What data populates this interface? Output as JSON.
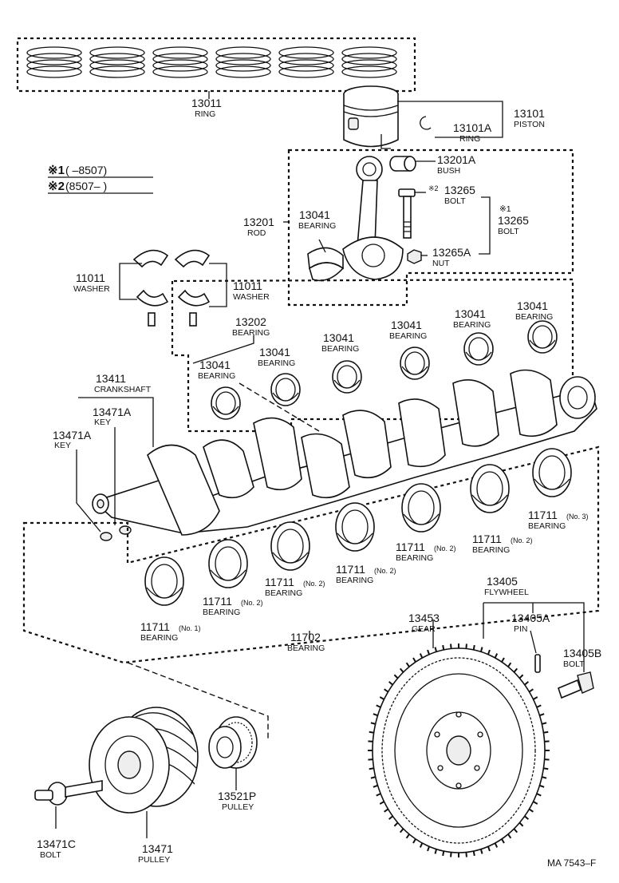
{
  "legend": {
    "mark1": "※1",
    "range1": "(      –8507)",
    "mark2": "※2",
    "range2": "(8507–        )"
  },
  "labels": {
    "ring_num": "13011",
    "ring_name": "RING",
    "piston_num": "13101",
    "piston_name": "PISTON",
    "piston_ring_num": "13101A",
    "piston_ring_name": "RING",
    "bush_num": "13201A",
    "bush_name": "BUSH",
    "bolt2_mark": "※2",
    "bolt2_num": "13265",
    "bolt2_name": "BOLT",
    "bolt1_mark": "※1",
    "bolt1_num": "13265",
    "bolt1_name": "BOLT",
    "nut_num": "13265A",
    "nut_name": "NUT",
    "rod_num": "13201",
    "rod_name": "ROD",
    "rod_bearing_num": "13041",
    "rod_bearing_name": "BEARING",
    "washer_left_num": "11011",
    "washer_left_name": "WASHER",
    "washer_right_num": "11011",
    "washer_right_name": "WASHER",
    "bearing_set_num": "13202",
    "bearing_set_name": "BEARING",
    "crankshaft_num": "13411",
    "crankshaft_name": "CRANKSHAFT",
    "key_a_num": "13471A",
    "key_a_name": "KEY",
    "key_b_num": "13471A",
    "key_b_name": "KEY",
    "main_bearing_set_num": "11702",
    "main_bearing_set_name": "BEARING",
    "flywheel_num": "13405",
    "flywheel_name": "FLYWHEEL",
    "gear_num": "13453",
    "gear_name": "GEAR",
    "pin_num": "13405A",
    "pin_name": "PIN",
    "fw_bolt_num": "13405B",
    "fw_bolt_name": "BOLT",
    "pulley_p_num": "13521P",
    "pulley_p_name": "PULLEY",
    "pulley_num": "13471",
    "pulley_name": "PULLEY",
    "pulley_bolt_num": "13471C",
    "pulley_bolt_name": "BOLT",
    "code": "MA 7543–F"
  },
  "rod_bearings": [
    {
      "num": "13041",
      "name": "BEARING"
    },
    {
      "num": "13041",
      "name": "BEARING"
    },
    {
      "num": "13041",
      "name": "BEARING"
    },
    {
      "num": "13041",
      "name": "BEARING"
    },
    {
      "num": "13041",
      "name": "BEARING"
    },
    {
      "num": "13041",
      "name": "BEARING"
    }
  ],
  "main_bearings": [
    {
      "num": "11711",
      "note": "(No. 1)",
      "name": "BEARING"
    },
    {
      "num": "11711",
      "note": "(No. 2)",
      "name": "BEARING"
    },
    {
      "num": "11711",
      "note": "(No. 2)",
      "name": "BEARING"
    },
    {
      "num": "11711",
      "note": "(No. 2)",
      "name": "BEARING"
    },
    {
      "num": "11711",
      "note": "(No. 2)",
      "name": "BEARING"
    },
    {
      "num": "11711",
      "note": "(No. 2)",
      "name": "BEARING"
    },
    {
      "num": "11711",
      "note": "(No. 3)",
      "name": "BEARING"
    }
  ]
}
